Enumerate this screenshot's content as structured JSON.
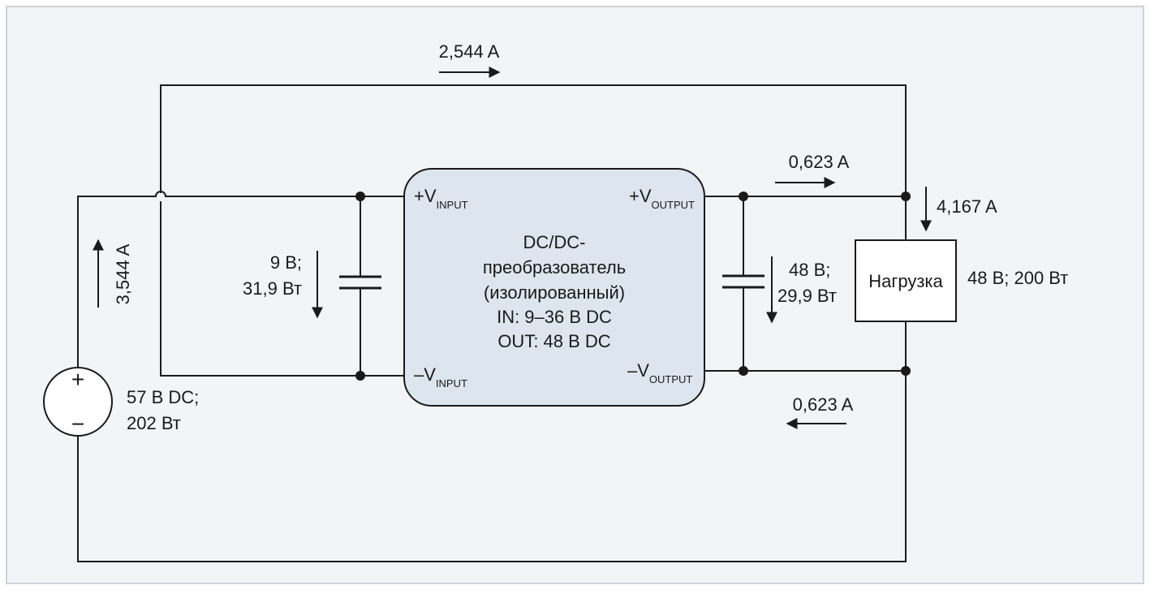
{
  "colors": {
    "panel_bg": "#f3f4f6",
    "panel_border": "#cfd2d6",
    "converter_fill": "#dde6ee",
    "line": "#1a1a1a"
  },
  "currents": {
    "bypass": "2,544 A",
    "source": "3,544 A",
    "output_top": "0,623 A",
    "output_bottom": "0,623 A",
    "load": "4,167 A"
  },
  "input_cap": {
    "line1": "9 B;",
    "line2": "31,9 Вт"
  },
  "output_cap": {
    "line1": "48 B;",
    "line2": "29,9 Вт"
  },
  "source": {
    "plus": "+",
    "minus": "−",
    "line1": "57 B DC;",
    "line2": "202 Вт"
  },
  "converter": {
    "line1": "DC/DC-",
    "line2": "преобразователь",
    "line3": "(изолированный)",
    "line4": "IN: 9–36 B DC",
    "line5": "OUT: 48 B DC"
  },
  "pins": {
    "vin_plus": "+V",
    "vin_plus_sub": "INPUT",
    "vin_minus": "–V",
    "vin_minus_sub": "INPUT",
    "vout_plus": "+V",
    "vout_plus_sub": "OUTPUT",
    "vout_minus": "–V",
    "vout_minus_sub": "OUTPUT"
  },
  "load": {
    "label": "Нагрузка",
    "rating": "48 B; 200 Вт"
  },
  "icons": [
    "arrow-right-icon",
    "arrow-left-icon",
    "arrow-up-icon",
    "arrow-down-icon"
  ]
}
